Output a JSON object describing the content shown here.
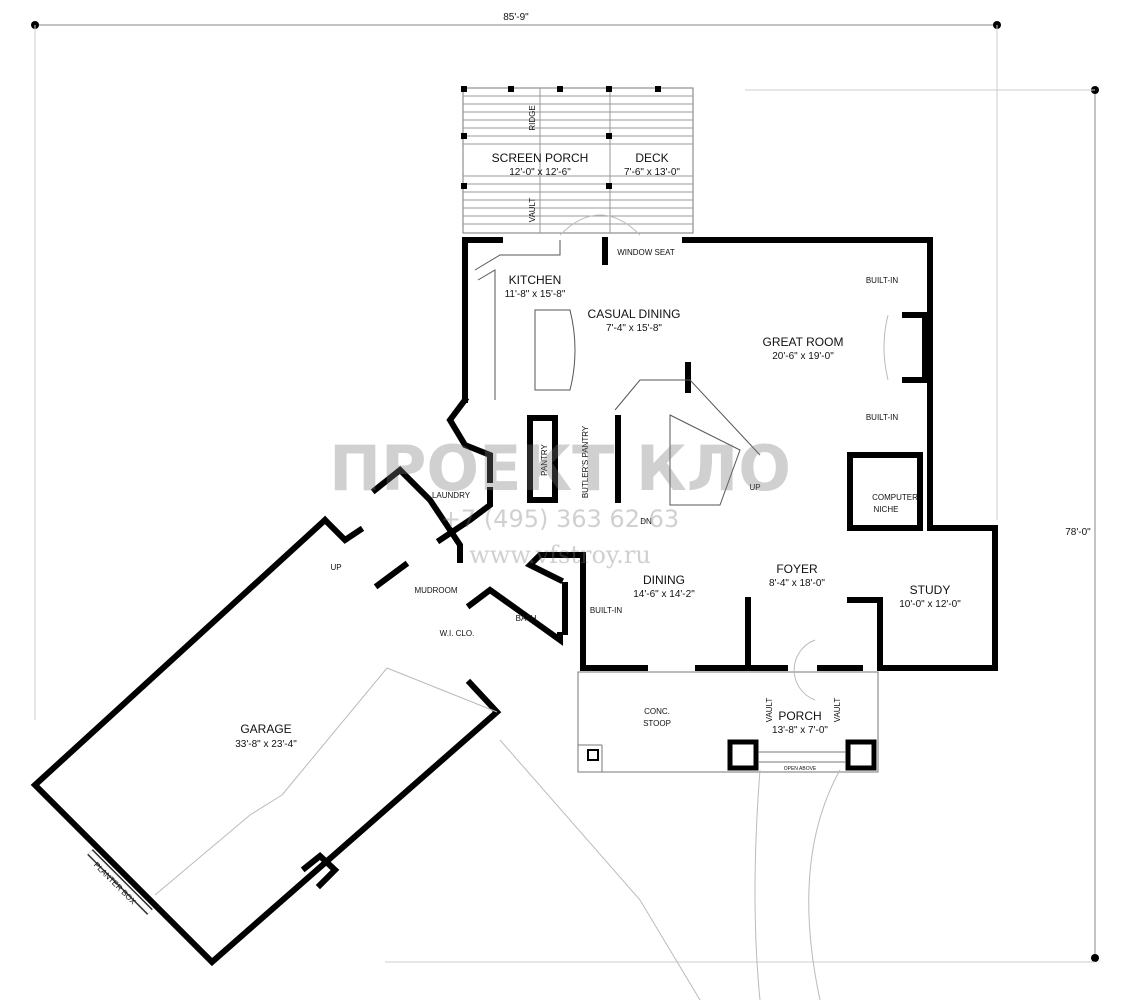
{
  "dimensions": {
    "width": "85'-9\"",
    "depth": "78'-0\""
  },
  "rooms": {
    "screen_porch": {
      "name": "SCREEN PORCH",
      "size": "12'-0\" x 12'-6\""
    },
    "deck": {
      "name": "DECK",
      "size": "7'-6\" x 13'-0\""
    },
    "kitchen": {
      "name": "KITCHEN",
      "size": "11'-8\" x 15'-8\""
    },
    "casual_dining": {
      "name": "CASUAL DINING",
      "size": "7'-4\" x 15'-8\""
    },
    "great_room": {
      "name": "GREAT ROOM",
      "size": "20'-6\" x 19'-0\""
    },
    "foyer": {
      "name": "FOYER",
      "size": "8'-4\" x 18'-0\""
    },
    "study": {
      "name": "STUDY",
      "size": "10'-0\" x 12'-0\""
    },
    "dining": {
      "name": "DINING",
      "size": "14'-6\" x 14'-2\""
    },
    "porch": {
      "name": "PORCH",
      "size": "13'-8\" x 7'-0\""
    },
    "garage": {
      "name": "GARAGE",
      "size": "33'-8\" x 23'-4\""
    }
  },
  "notes": {
    "ridge": "RIDGE",
    "vault": "VAULT",
    "window_seat": "WINDOW SEAT",
    "built_in": "BUILT-IN",
    "pantry": "PANTRY",
    "butlers_pantry": "BUTLER'S PANTRY",
    "laundry": "LAUNDRY",
    "mudroom": "MUDROOM",
    "wi_clo": "W.I. CLO.",
    "bath": "BATH",
    "up": "UP",
    "dn": "DN",
    "computer_niche_1": "COMPUTER",
    "computer_niche_2": "NICHE",
    "conc_stoop_1": "CONC.",
    "conc_stoop_2": "STOOP",
    "open_above": "OPEN ABOVE",
    "planter_box": "PLANTER BOX"
  },
  "watermark": {
    "logo": "ПРОЕКТ КЛО",
    "phone": "+7 (495) 363 62-63",
    "url": "www.vfstroy.ru"
  }
}
